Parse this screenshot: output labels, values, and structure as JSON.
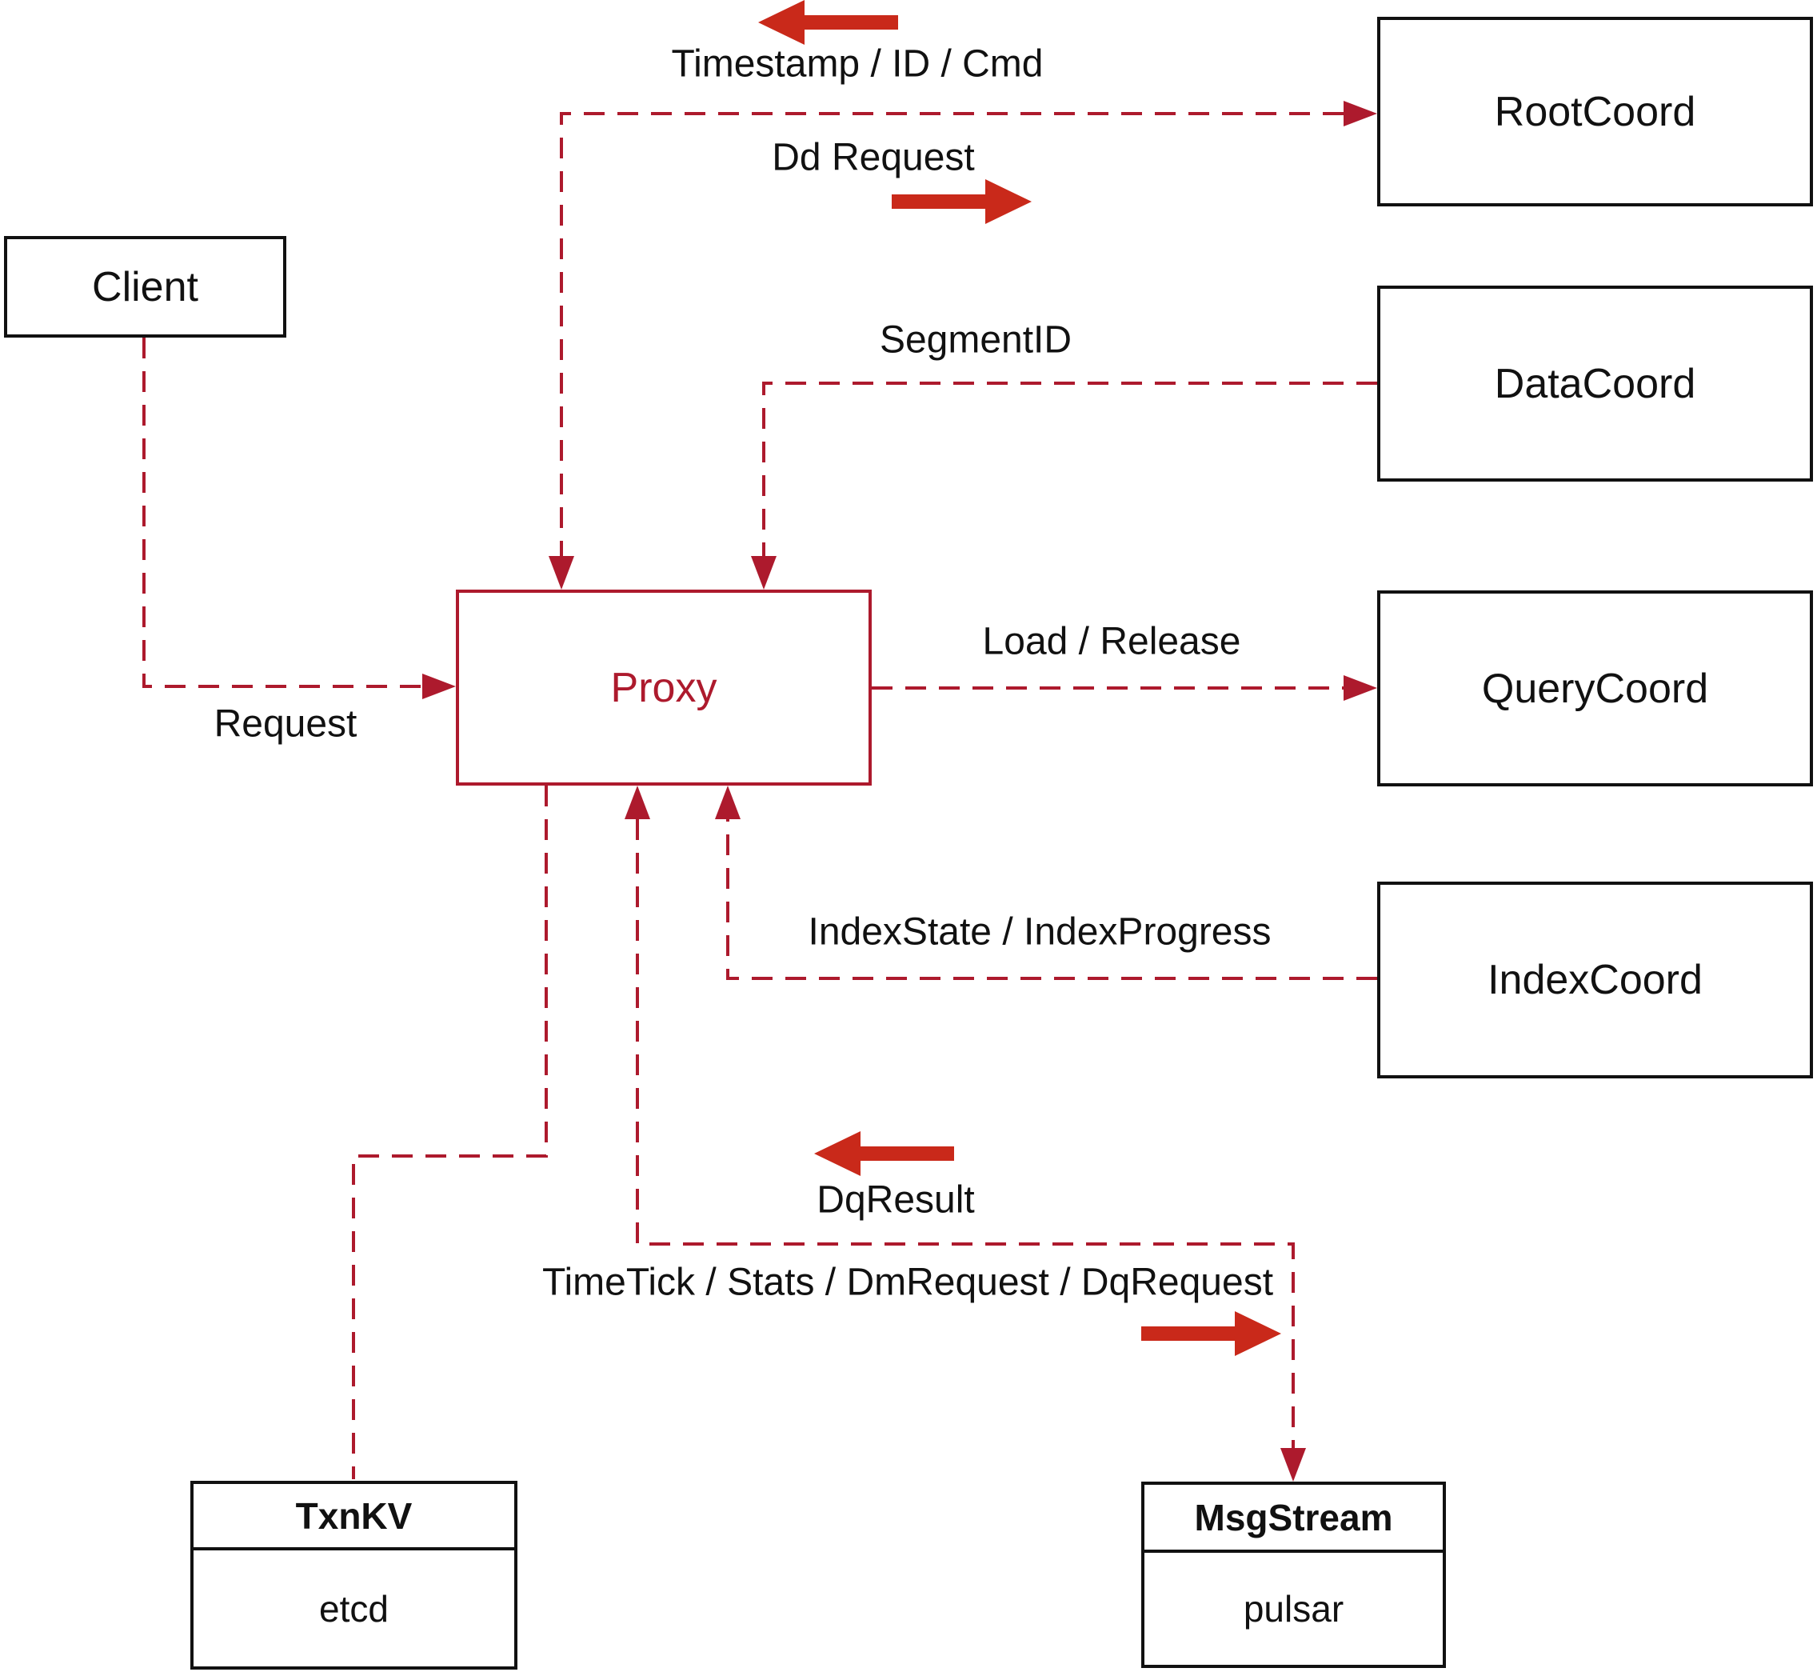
{
  "diagram": {
    "nodes": {
      "client": {
        "label": "Client"
      },
      "proxy": {
        "label": "Proxy"
      },
      "root_coord": {
        "label": "RootCoord"
      },
      "data_coord": {
        "label": "DataCoord"
      },
      "query_coord": {
        "label": "QueryCoord"
      },
      "index_coord": {
        "label": "IndexCoord"
      },
      "txn_kv": {
        "title": "TxnKV",
        "subtitle": "etcd"
      },
      "msg_stream": {
        "title": "MsgStream",
        "subtitle": "pulsar"
      }
    },
    "edge_labels": {
      "request": "Request",
      "timestamp_id_cmd": "Timestamp / ID / Cmd",
      "dd_request": "Dd Request",
      "segment_id": "SegmentID",
      "load_release": "Load / Release",
      "index_state": "IndexState / IndexProgress",
      "dq_result": "DqResult",
      "time_tick": "TimeTick / Stats / DmRequest / DqRequest"
    },
    "colors": {
      "line_red": "#ad1a2d",
      "arrow_red": "#c9291a",
      "box_black": "#111111",
      "text_black": "#111111",
      "background": "#ffffff"
    }
  }
}
